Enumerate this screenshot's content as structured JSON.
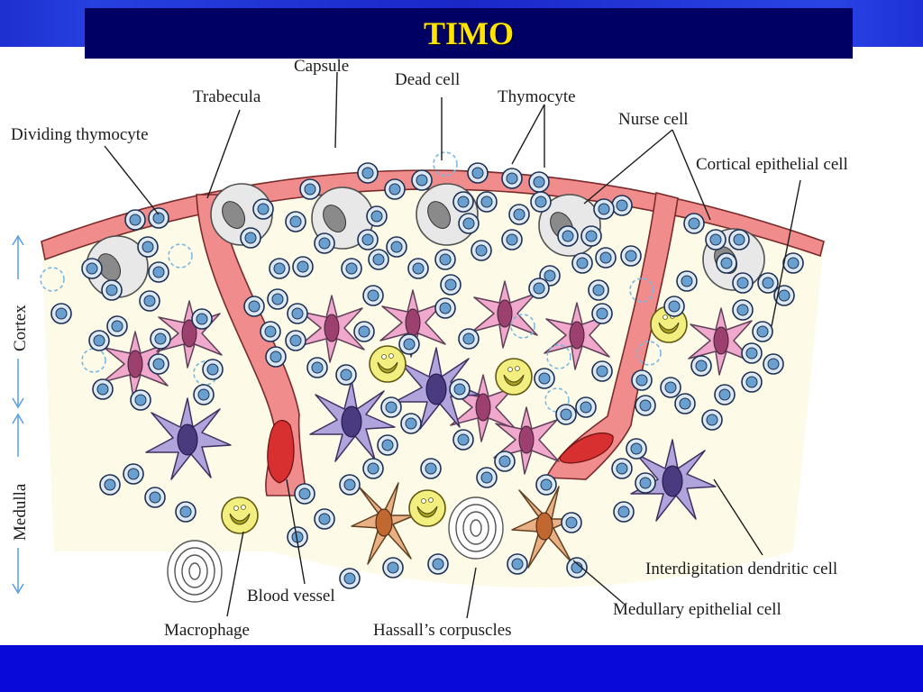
{
  "slide": {
    "title": "TIMO"
  },
  "diagram": {
    "labels": {
      "capsule": "Capsule",
      "dead_cell": "Dead cell",
      "trabecula": "Trabecula",
      "thymocyte": "Thymocyte",
      "nurse_cell": "Nurse cell",
      "dividing_thymocyte": "Dividing thymocyte",
      "cortical_epithelial_cell": "Cortical epithelial cell",
      "interdigitating_dendritic_cell": "Interdigitation dendritic cell",
      "medullary_epithelial_cell": "Medullary epithelial cell",
      "blood_vessel": "Blood vessel",
      "macrophage": "Macrophage",
      "hassalls_corpuscles": "Hassall’s corpuscles"
    },
    "regions": {
      "cortex": "Cortex",
      "medulla": "Medulla"
    },
    "colors": {
      "capsule": "#f08c8c",
      "thymocyte": "#dce9f4",
      "thymocyte_nucleus": "#6aa0d0",
      "nurse_cell": "#e6e6e6",
      "cortical_epithelial": "#f0a8cc",
      "dendritic": "#b0a4dc",
      "medullary_epithelial": "#eab084",
      "macrophage": "#f2ee80",
      "background_fill": "#fdfbe8"
    }
  }
}
